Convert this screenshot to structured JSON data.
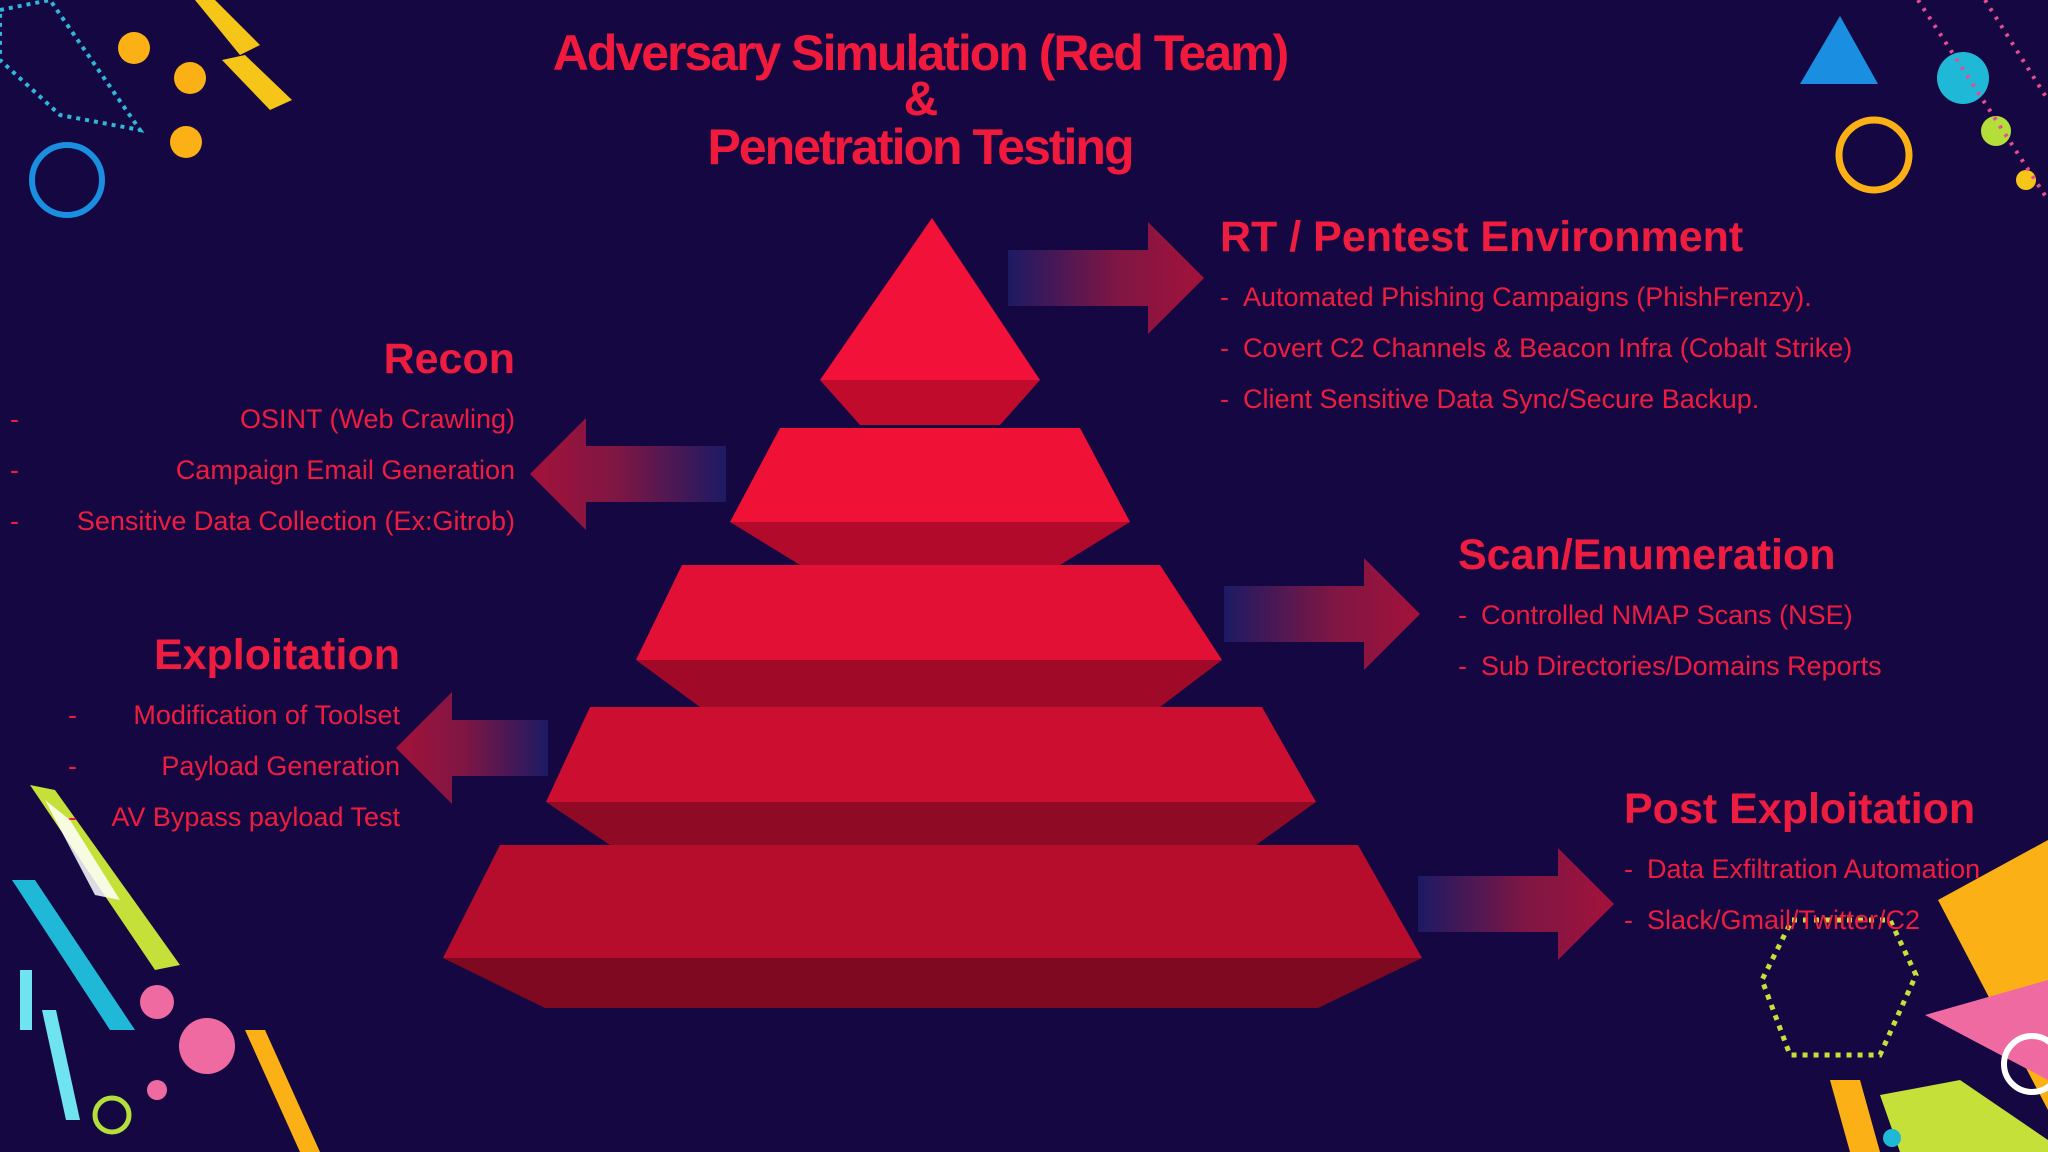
{
  "title": {
    "line1": "Adversary Simulation (Red Team)",
    "line2": "&",
    "line3": "Penetration Testing"
  },
  "sections": {
    "rt_env": {
      "heading": "RT / Pentest Environment",
      "items": [
        "Automated Phishing Campaigns (PhishFrenzy).",
        "Covert C2 Channels & Beacon Infra (Cobalt Strike)",
        "Client Sensitive Data Sync/Secure Backup."
      ]
    },
    "recon": {
      "heading": "Recon",
      "items": [
        "OSINT (Web Crawling)",
        "Campaign Email Generation",
        "Sensitive Data Collection (Ex:Gitrob)"
      ]
    },
    "scan": {
      "heading": "Scan/Enumeration",
      "items": [
        "Controlled NMAP Scans (NSE)",
        "Sub Directories/Domains Reports"
      ]
    },
    "exploitation": {
      "heading": "Exploitation",
      "items": [
        "Modification of Toolset",
        "Payload Generation",
        "AV Bypass payload Test"
      ]
    },
    "post": {
      "heading": "Post Exploitation",
      "items": [
        "Data Exfiltration Automation",
        "Slack/Gmail/Twitter/C2"
      ]
    }
  },
  "bullet": "-",
  "colors": {
    "background": "#150842",
    "accent_red": "#f21a3c",
    "pyramid_top": "#f2133a",
    "pyramid_shadow": "#8a0a22"
  }
}
